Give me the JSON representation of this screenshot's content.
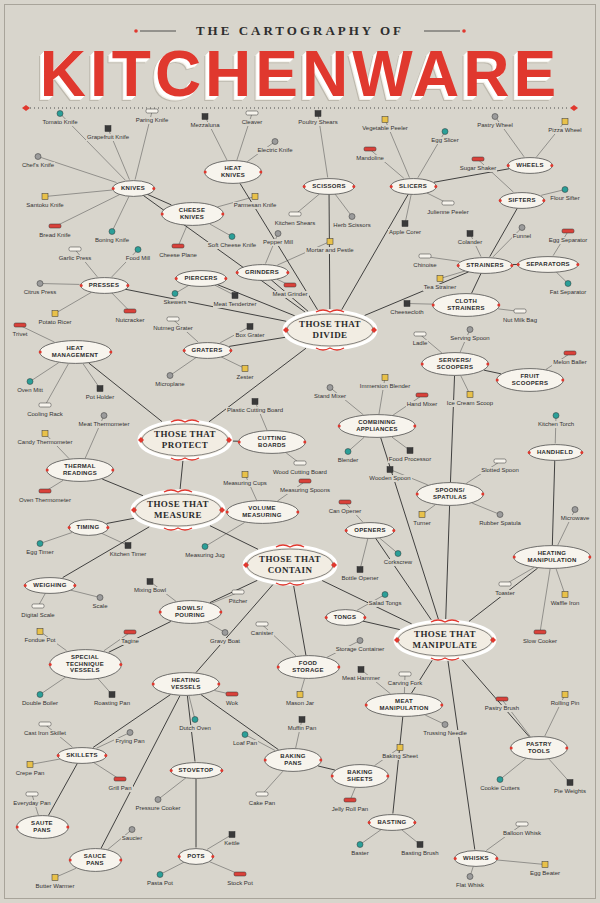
{
  "diagram": {
    "title": "KITCHENWARE",
    "nodes": [
      {
        "text": [
          "WHEELS"
        ]
      },
      {
        "text": [
          "HEAT KNIVES"
        ]
      },
      {
        "text": [
          "KNIVES"
        ]
      },
      {
        "text": [
          "SCISSORS"
        ]
      },
      {
        "text": [
          "SLICERS"
        ]
      },
      {
        "text": [
          "SIFTERS"
        ]
      },
      {
        "text": [
          "CHEESE KNIVES"
        ]
      },
      {
        "text": [
          "SEPARATORS"
        ]
      },
      {
        "text": [
          "STRAINERS"
        ]
      },
      {
        "text": [
          "GRINDERS"
        ]
      },
      {
        "text": [
          "PIERCERS"
        ]
      },
      {
        "text": [
          "PRESSES"
        ]
      },
      {
        "text": [
          "CLOTH STRAINERS"
        ]
      },
      {
        "text": [
          "THOSE THAT DIVIDE"
        ]
      },
      {
        "text": [
          "HEAT MANAGEMENT"
        ]
      },
      {
        "text": [
          "GRATERS"
        ]
      },
      {
        "text": [
          "SERVERS/ SCOOPERS"
        ]
      },
      {
        "text": [
          "FRUIT SCOOPERS"
        ]
      },
      {
        "text": [
          "COMBINING APPLIANCES"
        ]
      },
      {
        "text": [
          "THOSE THAT PROTECT"
        ]
      },
      {
        "text": [
          "CUTTING BOARDS"
        ]
      },
      {
        "text": [
          "HANDHELD"
        ]
      },
      {
        "text": [
          "THERMAL READINGS"
        ]
      },
      {
        "text": [
          "SPOONS/ SPATULAS"
        ]
      },
      {
        "text": [
          "THOSE THAT MEASURE"
        ]
      },
      {
        "text": [
          "VOLUME MEASURING"
        ]
      },
      {
        "text": [
          "TIMING"
        ]
      },
      {
        "text": [
          "OPENERS"
        ]
      },
      {
        "text": [
          "HEATING MANIPULATION"
        ]
      },
      {
        "text": [
          "THOSE THAT CONTAIN"
        ]
      },
      {
        "text": [
          "WEIGHING"
        ]
      },
      {
        "text": [
          "BOWLS/ POURING"
        ]
      },
      {
        "text": [
          "TONGS"
        ]
      },
      {
        "text": [
          "THOSE THAT MANIPULATE"
        ]
      },
      {
        "text": [
          "SPECIAL TECHNIQUE VESSELS"
        ]
      },
      {
        "text": [
          "FOOD STORAGE"
        ]
      },
      {
        "text": [
          "HEATING VESSELS"
        ]
      },
      {
        "text": [
          "MEAT MANIPULATION"
        ]
      },
      {
        "text": [
          "PASTRY TOOLS"
        ]
      },
      {
        "text": [
          "SKILLETS"
        ]
      },
      {
        "text": [
          "BAKING PANS"
        ]
      },
      {
        "text": [
          "STOVETOP"
        ]
      },
      {
        "text": [
          "BAKING SHEETS"
        ]
      },
      {
        "text": [
          "BASTING"
        ]
      },
      {
        "text": [
          "SAUTE PANS"
        ]
      },
      {
        "text": [
          "SAUCE PANS"
        ]
      },
      {
        "text": [
          "POTS"
        ]
      },
      {
        "text": [
          "WHISKS"
        ]
      }
    ],
    "edges": [
      {
        "from": 13,
        "to": 2,
        "arrow": "none"
      },
      {
        "from": 13,
        "to": 1,
        "arrow": "none"
      },
      {
        "from": 13,
        "to": 3,
        "arrow": "none"
      },
      {
        "from": 13,
        "to": 4,
        "arrow": "none"
      },
      {
        "from": 13,
        "to": 8,
        "arrow": "none"
      },
      {
        "from": 13,
        "to": 9,
        "arrow": "none"
      },
      {
        "from": 13,
        "to": 10,
        "arrow": "none"
      },
      {
        "from": 13,
        "to": 11,
        "arrow": "none"
      },
      {
        "from": 13,
        "to": 15,
        "arrow": "none"
      },
      {
        "from": 2,
        "to": 6,
        "arrow": "none"
      },
      {
        "from": 4,
        "to": 0,
        "arrow": "none"
      },
      {
        "from": 8,
        "to": 5,
        "arrow": "none"
      },
      {
        "from": 8,
        "to": 7,
        "arrow": "none"
      },
      {
        "from": 8,
        "to": 12,
        "arrow": "none"
      },
      {
        "from": 13,
        "to": 19,
        "arrow": "none"
      },
      {
        "from": 19,
        "to": 14,
        "arrow": "none"
      },
      {
        "from": 19,
        "to": 20,
        "arrow": "none"
      },
      {
        "from": 19,
        "to": 24,
        "arrow": "none"
      },
      {
        "from": 24,
        "to": 22,
        "arrow": "none"
      },
      {
        "from": 24,
        "to": 26,
        "arrow": "none"
      },
      {
        "from": 24,
        "to": 30,
        "arrow": "none"
      },
      {
        "from": 24,
        "to": 25,
        "arrow": "none"
      },
      {
        "from": 24,
        "to": 29,
        "arrow": "none"
      },
      {
        "from": 29,
        "to": 31,
        "arrow": "none"
      },
      {
        "from": 31,
        "to": 34,
        "arrow": "none"
      },
      {
        "from": 29,
        "to": 36,
        "arrow": "none"
      },
      {
        "from": 29,
        "to": 35,
        "arrow": "none"
      },
      {
        "from": 36,
        "to": 39,
        "arrow": "none"
      },
      {
        "from": 36,
        "to": 41,
        "arrow": "none"
      },
      {
        "from": 36,
        "to": 45,
        "arrow": "none"
      },
      {
        "from": 36,
        "to": 40,
        "arrow": "none"
      },
      {
        "from": 39,
        "to": 44,
        "arrow": "none"
      },
      {
        "from": 41,
        "to": 46,
        "arrow": "none"
      },
      {
        "from": 40,
        "to": 42,
        "arrow": "none"
      },
      {
        "from": 29,
        "to": 33,
        "arrow": "none"
      },
      {
        "from": 33,
        "to": 18,
        "arrow": "none"
      },
      {
        "from": 33,
        "to": 23,
        "arrow": "none"
      },
      {
        "from": 23,
        "to": 16,
        "arrow": "none"
      },
      {
        "from": 16,
        "to": 17,
        "arrow": "none"
      },
      {
        "from": 33,
        "to": 27,
        "arrow": "none"
      },
      {
        "from": 33,
        "to": 32,
        "arrow": "none"
      },
      {
        "from": 33,
        "to": 28,
        "arrow": "none"
      },
      {
        "from": 28,
        "to": 21,
        "arrow": "none"
      },
      {
        "from": 33,
        "to": 37,
        "arrow": "none"
      },
      {
        "from": 37,
        "to": 43,
        "arrow": "none"
      },
      {
        "from": 33,
        "to": 38,
        "arrow": "none"
      },
      {
        "from": 33,
        "to": 47,
        "arrow": "none"
      }
    ],
    "labels": [
      "THE CARTOGRAPHY OF",
      "Tomato Knife",
      "Grapefruit Knife",
      "Paring Knife",
      "Chef's Knife",
      "Santoku Knife",
      "Bread Knife",
      "Boning Knife",
      "Mezzaluna",
      "Cleaver",
      "Electric Knife",
      "Parmesan Knife",
      "Cheese Plane",
      "Soft Cheese Knife",
      "Poultry Shears",
      "Kitchen Shears",
      "Herb Scissors",
      "Vegetable Peeler",
      "Mandoline",
      "Egg Slicer",
      "Apple Corer",
      "Julienne Peeler",
      "Pastry Wheel",
      "Pizza Wheel",
      "Sugar Shaker",
      "Flour Sifter",
      "Colander",
      "Chinoise",
      "Funnel",
      "Tea Strainer",
      "Egg Separator",
      "Fat Separator",
      "Cheesecloth",
      "Nut Milk Bag",
      "Pepper Mill",
      "Mortar and Pestle",
      "Meat Grinder",
      "Skewers",
      "Meat Tenderizer",
      "Garlic Press",
      "Citrus Press",
      "Potato Ricer",
      "Nutcracker",
      "Food Mill",
      "Box Grater",
      "Nutmeg Grater",
      "Microplane",
      "Zester",
      "Trivet",
      "Oven Mitt",
      "Pot Holder",
      "Cooling Rack",
      "Meat Thermometer",
      "Candy Thermometer",
      "Oven Thermometer",
      "Egg Timer",
      "Kitchen Timer",
      "Digital Scale",
      "Scale",
      "Measuring Cups",
      "Measuring Spoons",
      "Measuring Jug",
      "Plastic Cutting Board",
      "Wood Cutting Board",
      "Stand Mixer",
      "Immersion Blender",
      "Hand Mixer",
      "Blender",
      "Food Processor",
      "Ladle",
      "Serving Spoon",
      "Ice Cream Scoop",
      "Melon Baller",
      "Kitchen Torch",
      "Wooden Spoon",
      "Slotted Spoon",
      "Rubber Spatula",
      "Turner",
      "Can Opener",
      "Corkscrew",
      "Bottle Opener",
      "Toaster",
      "Microwave",
      "Waffle Iron",
      "Slow Cooker",
      "Salad Tongs",
      "Mixing Bowl",
      "Pitcher",
      "Gravy Boat",
      "Fondue Pot",
      "Tagine",
      "Double Boiler",
      "Roasting Pan",
      "Canister",
      "Storage Container",
      "Mason Jar",
      "Wok",
      "Dutch Oven",
      "Meat Hammer",
      "Carving Fork",
      "Trussing Needle",
      "Rolling Pin",
      "Pastry Brush",
      "Cookie Cutters",
      "Pie Weights",
      "Cast Iron Skillet",
      "Frying Pan",
      "Crepe Pan",
      "Grill Pan",
      "Loaf Pan",
      "Muffin Pan",
      "Cake Pan",
      "Pressure Cooker",
      "Baking Sheet",
      "Jelly Roll Pan",
      "Baster",
      "Basting Brush",
      "Everyday Pan",
      "Saucier",
      "Butter Warmer",
      "Stock Pot",
      "Pasta Pot",
      "Kettle",
      "Balloon Whisk",
      "Flat Whisk",
      "Egg Beater"
    ]
  }
}
